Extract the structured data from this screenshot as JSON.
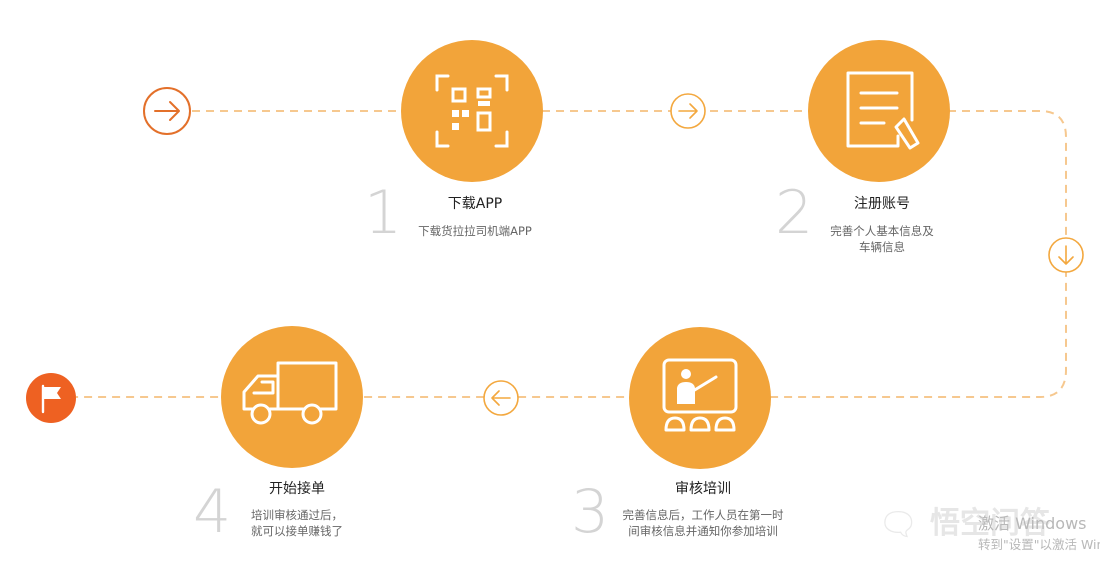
{
  "colors": {
    "accent": "#f2a43a",
    "arrow_orange": "#f3a83f",
    "start_arrow": "#e3702a",
    "finish_flag": "#ee6122",
    "dash": "#f6c88f",
    "step_number": "#d4d4d4"
  },
  "icons": [
    "arrow-right-icon",
    "qr-code-icon",
    "document-edit-icon",
    "arrow-down-icon",
    "presentation-icon",
    "arrow-left-icon",
    "truck-icon",
    "flag-icon"
  ],
  "steps": [
    {
      "number": "1",
      "title": "下载APP",
      "desc": [
        "下载货拉拉司机端APP"
      ],
      "icon": "qr-code-icon"
    },
    {
      "number": "2",
      "title": "注册账号",
      "desc": [
        "完善个人基本信息及",
        "车辆信息"
      ],
      "icon": "document-edit-icon"
    },
    {
      "number": "3",
      "title": "审核培训",
      "desc": [
        "完善信息后，工作人员在第一时",
        "间审核信息并通知你参加培训"
      ],
      "icon": "presentation-icon"
    },
    {
      "number": "4",
      "title": "开始接单",
      "desc": [
        "培训审核通过后，",
        "就可以接单赚钱了"
      ],
      "icon": "truck-icon"
    }
  ],
  "watermark": {
    "brand": "悟空问答",
    "line1": "激活 Windows",
    "line2": "转到\"设置\"以激活 Windows。"
  }
}
